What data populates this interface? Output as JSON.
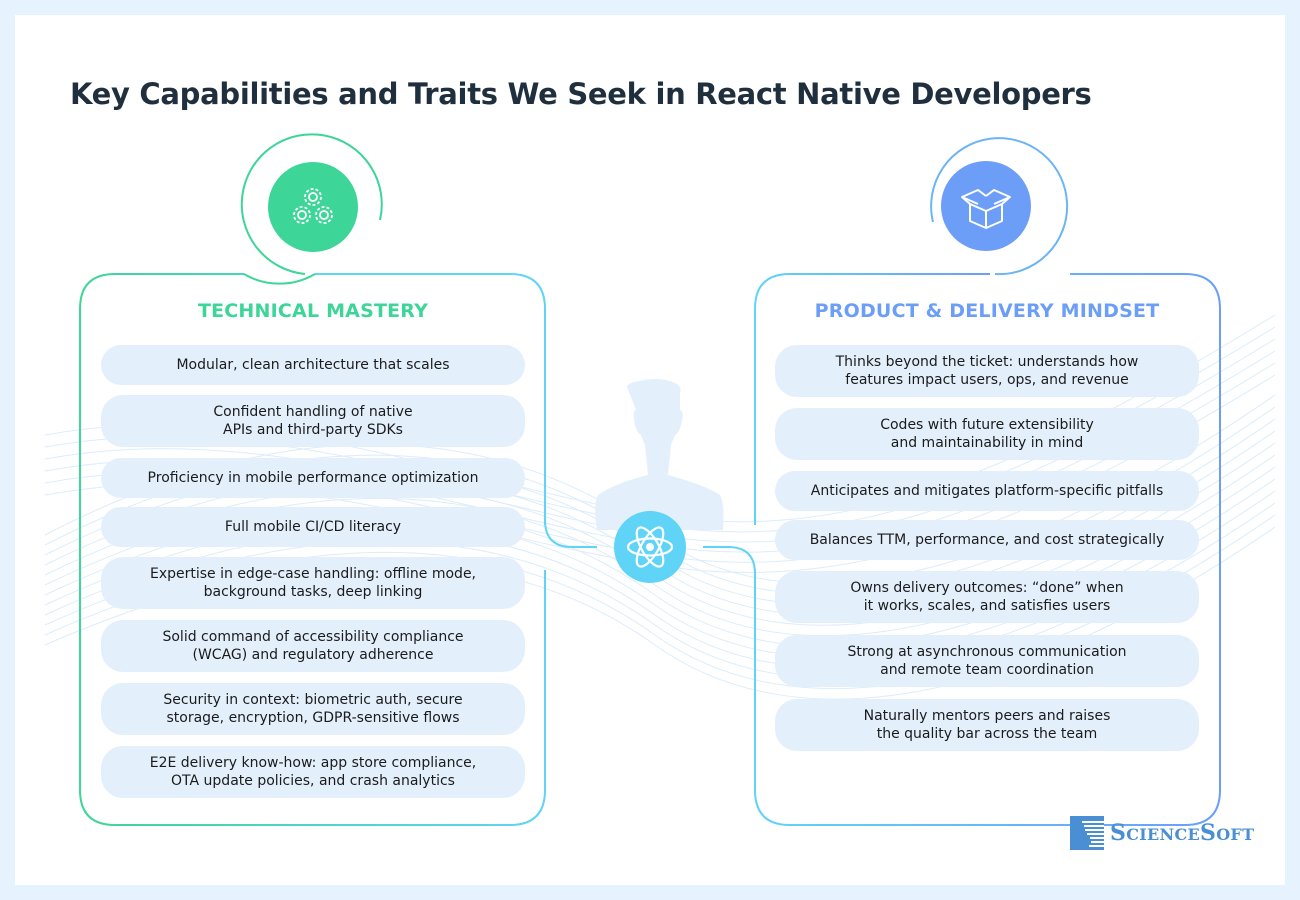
{
  "title": "Key Capabilities and Traits We Seek in React Native Developers",
  "colors": {
    "technical_accent": "#3dd598",
    "product_accent": "#6c9ef8",
    "react_accent": "#5fd4f6",
    "pill_background": "#e3f0fc",
    "title_color": "#1f2f3d",
    "page_background": "#e6f2fd"
  },
  "technical": {
    "heading": "TECHNICAL MASTERY",
    "icon": "gears-icon",
    "items": [
      "Modular, clean architecture that scales",
      "Confident handling of native\nAPIs and third-party SDKs",
      "Proficiency in mobile performance optimization",
      "Full mobile CI/CD literacy",
      "Expertise in edge-case handling: offline mode,\nbackground tasks, deep linking",
      "Solid command of accessibility compliance\n(WCAG) and regulatory adherence",
      "Security in context: biometric auth, secure\nstorage, encryption, GDPR-sensitive flows",
      "E2E delivery know-how: app store compliance,\nOTA update policies, and crash analytics"
    ]
  },
  "product": {
    "heading": "PRODUCT & DELIVERY MINDSET",
    "icon": "open-box-icon",
    "items": [
      "Thinks beyond the ticket: understands how\nfeatures impact users, ops, and revenue",
      "Codes with future extensibility\nand maintainability in mind",
      "Anticipates and mitigates platform-specific pitfalls",
      "Balances TTM, performance, and cost strategically",
      "Owns delivery outcomes: “done” when\nit works, scales, and satisfies users",
      "Strong at asynchronous communication\nand remote team coordination",
      "Naturally mentors peers and raises\nthe quality bar across the team"
    ]
  },
  "center": {
    "figure_icon": "developer-silhouette-icon",
    "badge_icon": "react-atom-icon"
  },
  "logo": {
    "brand": "ScienceSoft",
    "first_letter_1": "S",
    "rest_1": "CIENCE",
    "first_letter_2": "S",
    "rest_2": "OFT"
  }
}
